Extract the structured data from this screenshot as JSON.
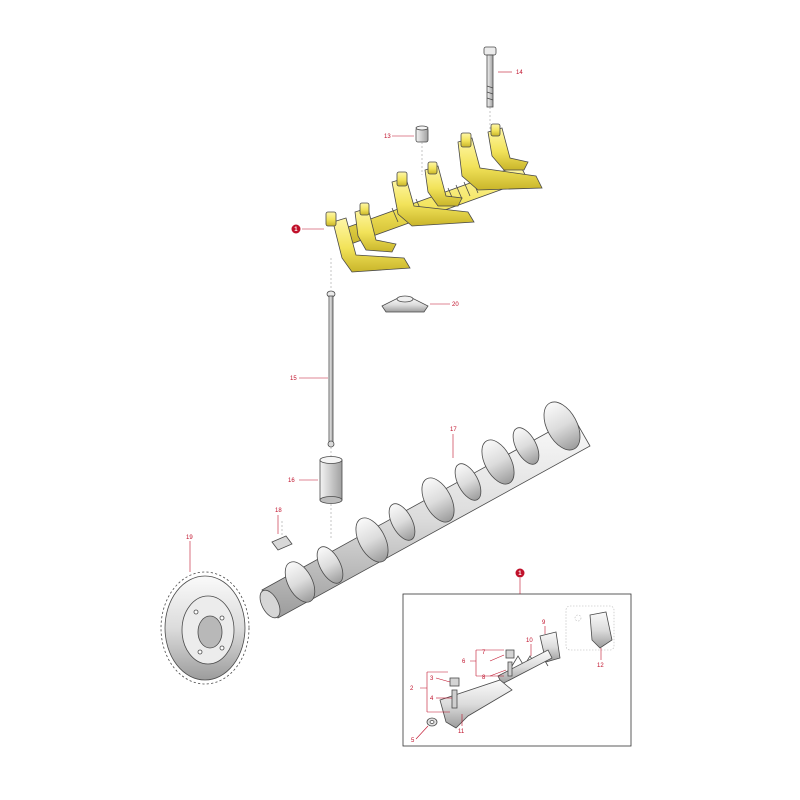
{
  "callouts": [
    {
      "id": "c1",
      "text": "1"
    },
    {
      "id": "c2",
      "text": "2"
    },
    {
      "id": "c3",
      "text": "3"
    },
    {
      "id": "c4",
      "text": "4"
    },
    {
      "id": "c5",
      "text": "5"
    },
    {
      "id": "c6",
      "text": "6"
    },
    {
      "id": "c7",
      "text": "7"
    },
    {
      "id": "c8",
      "text": "8"
    },
    {
      "id": "c9",
      "text": "9"
    },
    {
      "id": "c10",
      "text": "10"
    },
    {
      "id": "c11",
      "text": "11"
    },
    {
      "id": "c12",
      "text": "12"
    },
    {
      "id": "c13",
      "text": "13"
    },
    {
      "id": "c14",
      "text": "14"
    },
    {
      "id": "c15",
      "text": "15"
    },
    {
      "id": "c16",
      "text": "16"
    },
    {
      "id": "c17",
      "text": "17"
    },
    {
      "id": "c18",
      "text": "18"
    },
    {
      "id": "c19",
      "text": "19"
    },
    {
      "id": "c20",
      "text": "20"
    }
  ],
  "colors": {
    "callout": "#c0112b",
    "highlight": "#f2e35a",
    "highlight_shade": "#c9b52a",
    "metal": "#e6e6e6",
    "metal_shade": "#a8a8a8",
    "outline": "#4a4a4a"
  }
}
